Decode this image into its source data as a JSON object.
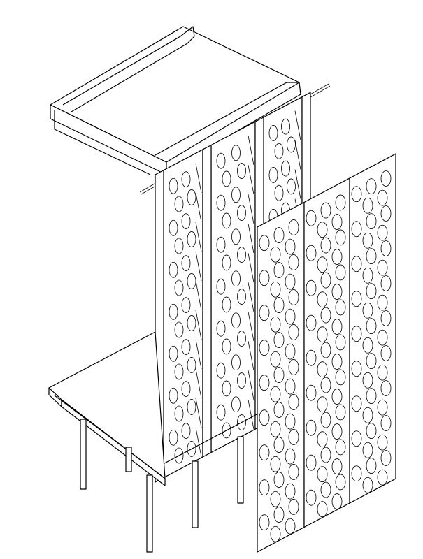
{
  "drawing": {
    "style": "isometric line drawing",
    "line_color": "#000000",
    "background_color": "#ffffff",
    "screen_panel_count": 3,
    "frame_bay_count": 3
  }
}
